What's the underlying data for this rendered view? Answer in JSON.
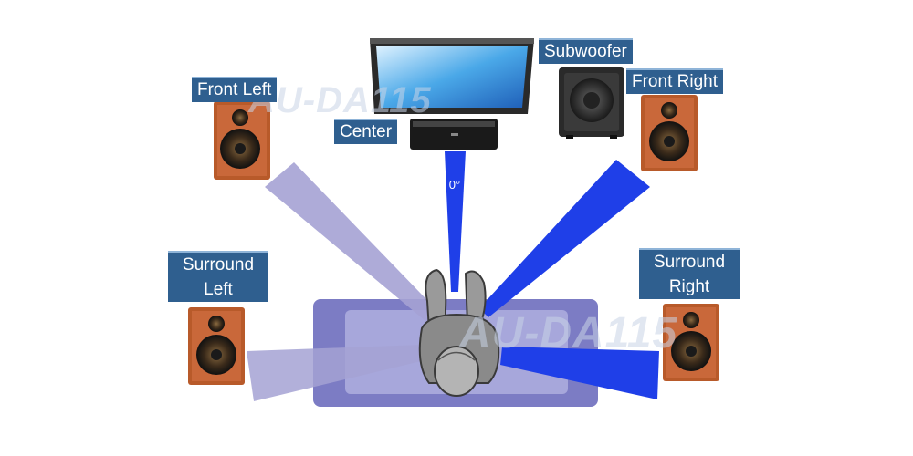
{
  "speakers": {
    "front_left": "Front Left",
    "center": "Center",
    "subwoofer": "Subwoofer",
    "front_right": "Front Right",
    "surround_left": [
      "Surround",
      "Left"
    ],
    "surround_right": [
      "Surround",
      "Right"
    ]
  },
  "angle_marker": "0°",
  "watermark": "AU-DA115",
  "colors": {
    "label_bg": "#2f5f8f",
    "beam_front_left": "#a5a2d4",
    "beam_blue": "#1f3fe8",
    "sofa": "#7c7cc4",
    "speaker_wood": "#b85a2a"
  }
}
